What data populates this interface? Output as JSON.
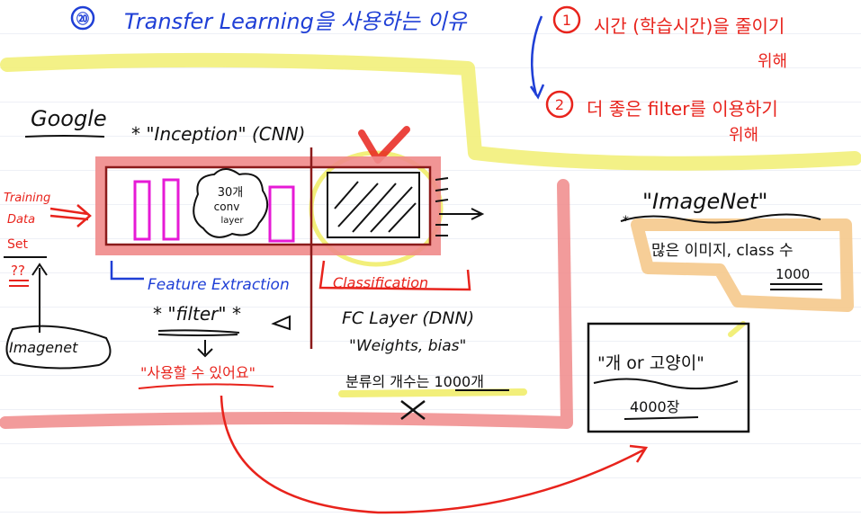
{
  "colors": {
    "blue": "#1f3fd6",
    "red": "#e8231c",
    "dark_red": "#8b1a1a",
    "black": "#111111",
    "magenta": "#e61ad6",
    "yellow_hl": "#f2ef7a",
    "salmon_hl": "#f08a8a",
    "orange_hl": "#f5c98c"
  },
  "title": {
    "number": "⑳",
    "text": "Transfer Learning을 사용하는 이유"
  },
  "reasons": [
    {
      "num": "1",
      "line1": "시간 (학습시간)을 줄이기",
      "line2": "위해"
    },
    {
      "num": "2",
      "line1": "더 좋은 filter를 이용하기",
      "line2": "위해"
    }
  ],
  "google": {
    "label": "Google",
    "model": "* \"Inception\" (CNN)"
  },
  "training": {
    "lines": [
      "Training",
      "Data",
      "Set"
    ],
    "question": "??"
  },
  "imagenet_source": "Imagenet",
  "network": {
    "conv_label": [
      "30개",
      "conv",
      "layer"
    ],
    "feature_extraction": "Feature Extraction",
    "classification": "Classification"
  },
  "filter": {
    "label": "* \"filter\" *",
    "usable": "\"사용할 수 있어요\""
  },
  "fc": {
    "title": "FC Layer (DNN)",
    "subtitle": "\"Weights, bias\"",
    "count_note": "분류의 개수는 1000개"
  },
  "imagenet_box": {
    "title": "\"ImageNet\"",
    "desc": "많은 이미지, class 수",
    "count": "1000"
  },
  "dog_cat_box": {
    "title": "\"개 or 고양이\"",
    "count": "4000장"
  }
}
